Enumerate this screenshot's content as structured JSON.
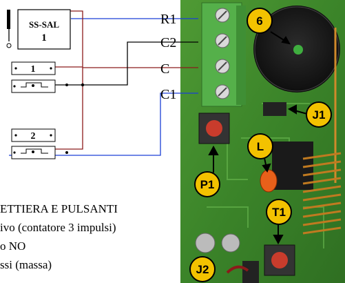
{
  "switch_box": {
    "title": "SS-SAL",
    "number": "1"
  },
  "pushbuttons": [
    {
      "number": "1"
    },
    {
      "number": "2"
    }
  ],
  "terminals": [
    "R1",
    "C2",
    "C",
    "C1"
  ],
  "badges": [
    "6",
    "J1",
    "L",
    "P1",
    "T1",
    "J2"
  ],
  "description_lines": [
    "ETTIERA E PULSANTI",
    "ivo (contatore 3 impulsi)",
    "o NO",
    "ssi (massa)"
  ],
  "colors": {
    "wire_blue": "#1a3fd6",
    "wire_red": "#8b1a1a",
    "wire_black": "#000000",
    "pcb_green": "#3e8a2c",
    "terminal_green": "#55b04a",
    "badge_yellow": "#f3c200"
  }
}
